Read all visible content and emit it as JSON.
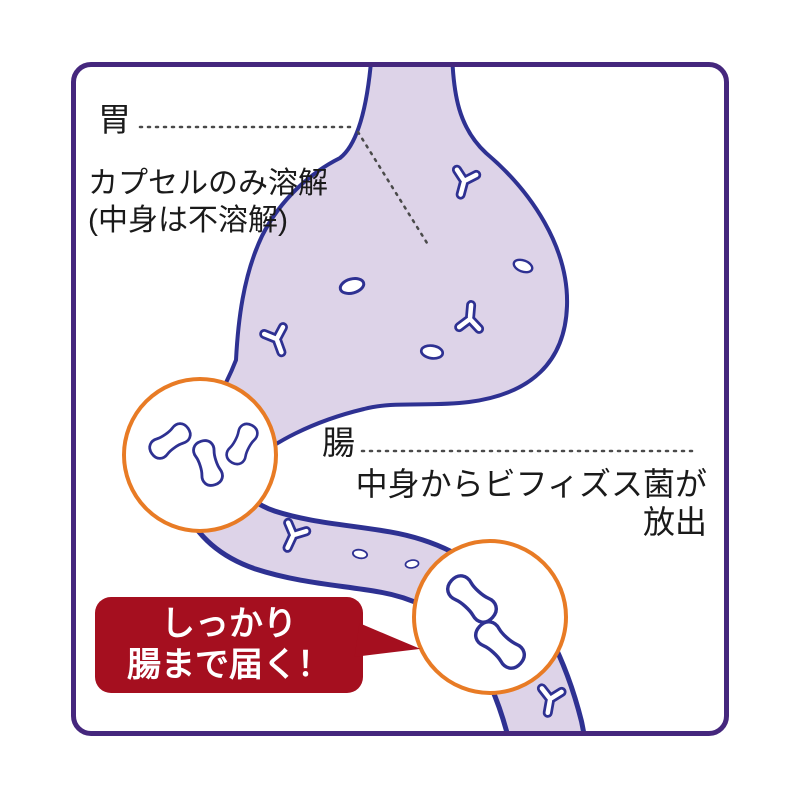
{
  "colors": {
    "frame": "#45277d",
    "organ_fill": "#ddd3e8",
    "organ_stroke": "#2e3192",
    "circle_stroke": "#e87b25",
    "bubble": "#a50f1f",
    "dotted": "#4a4a4a",
    "text_color": "#1a1a1a"
  },
  "labels": {
    "stomach_label": "胃",
    "stomach_note1": "カプセルのみ溶解",
    "stomach_note2": "(中身は不溶解)",
    "intestine_label": "腸",
    "intestine_note1": "中身からビフィズス菌が",
    "intestine_note2": "放出",
    "callout_line1": "しっかり",
    "callout_line2": "腸まで届く！"
  }
}
